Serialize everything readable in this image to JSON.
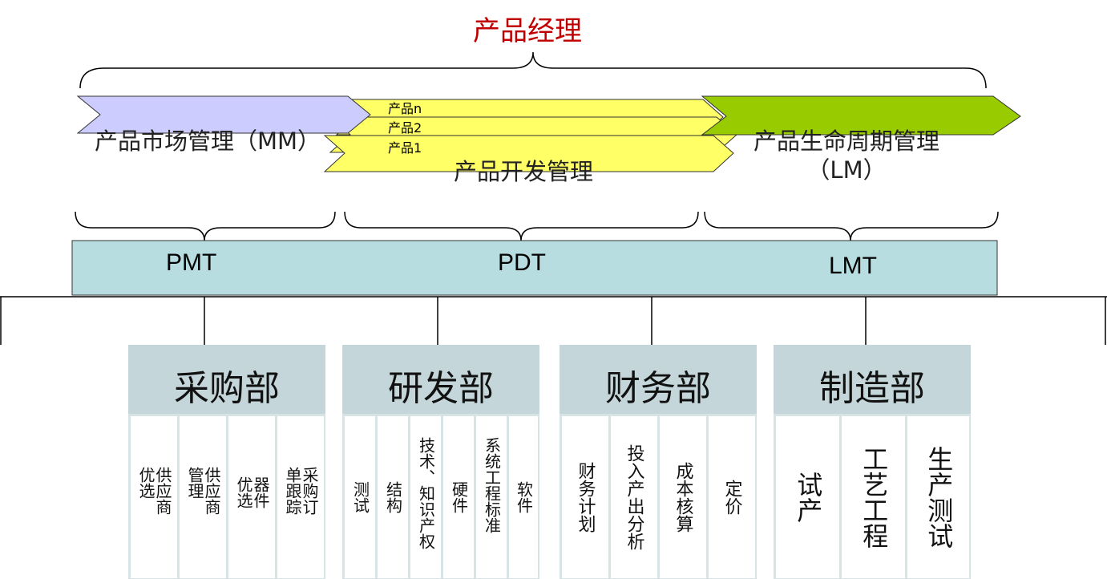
{
  "diagram": {
    "title": "产品经理",
    "stages": {
      "mm": "产品市场管理（MM）",
      "pd": "产品开发管理",
      "lm": "产品生命周期管理（LM）"
    },
    "products": [
      "产品n",
      "产品2",
      "产品1"
    ],
    "teams": [
      "PMT",
      "PDT",
      "LMT"
    ],
    "departments": [
      {
        "name": "采购部",
        "subs": [
          "供应商优选",
          "供应商管理",
          "器件优选",
          "采购订单跟踪"
        ]
      },
      {
        "name": "研发部",
        "subs": [
          "测试",
          "结构",
          "技术、知识产权",
          "硬件",
          "系统工程标准",
          "软件"
        ]
      },
      {
        "name": "财务部",
        "subs": [
          "财务计划",
          "投入产出分析",
          "成本核算",
          "定价"
        ]
      },
      {
        "name": "制造部",
        "subs": [
          "试产",
          "工艺工程",
          "生产测试"
        ]
      }
    ],
    "colors": {
      "title": "#c00000",
      "mm_arrow": "#ccccff",
      "pd_arrow": "#ffff66",
      "lm_arrow": "#99cc00",
      "team_bar": "#b7dde0",
      "dept_head": "#c4d6d9",
      "dept_body": "#d7e4e6"
    }
  }
}
